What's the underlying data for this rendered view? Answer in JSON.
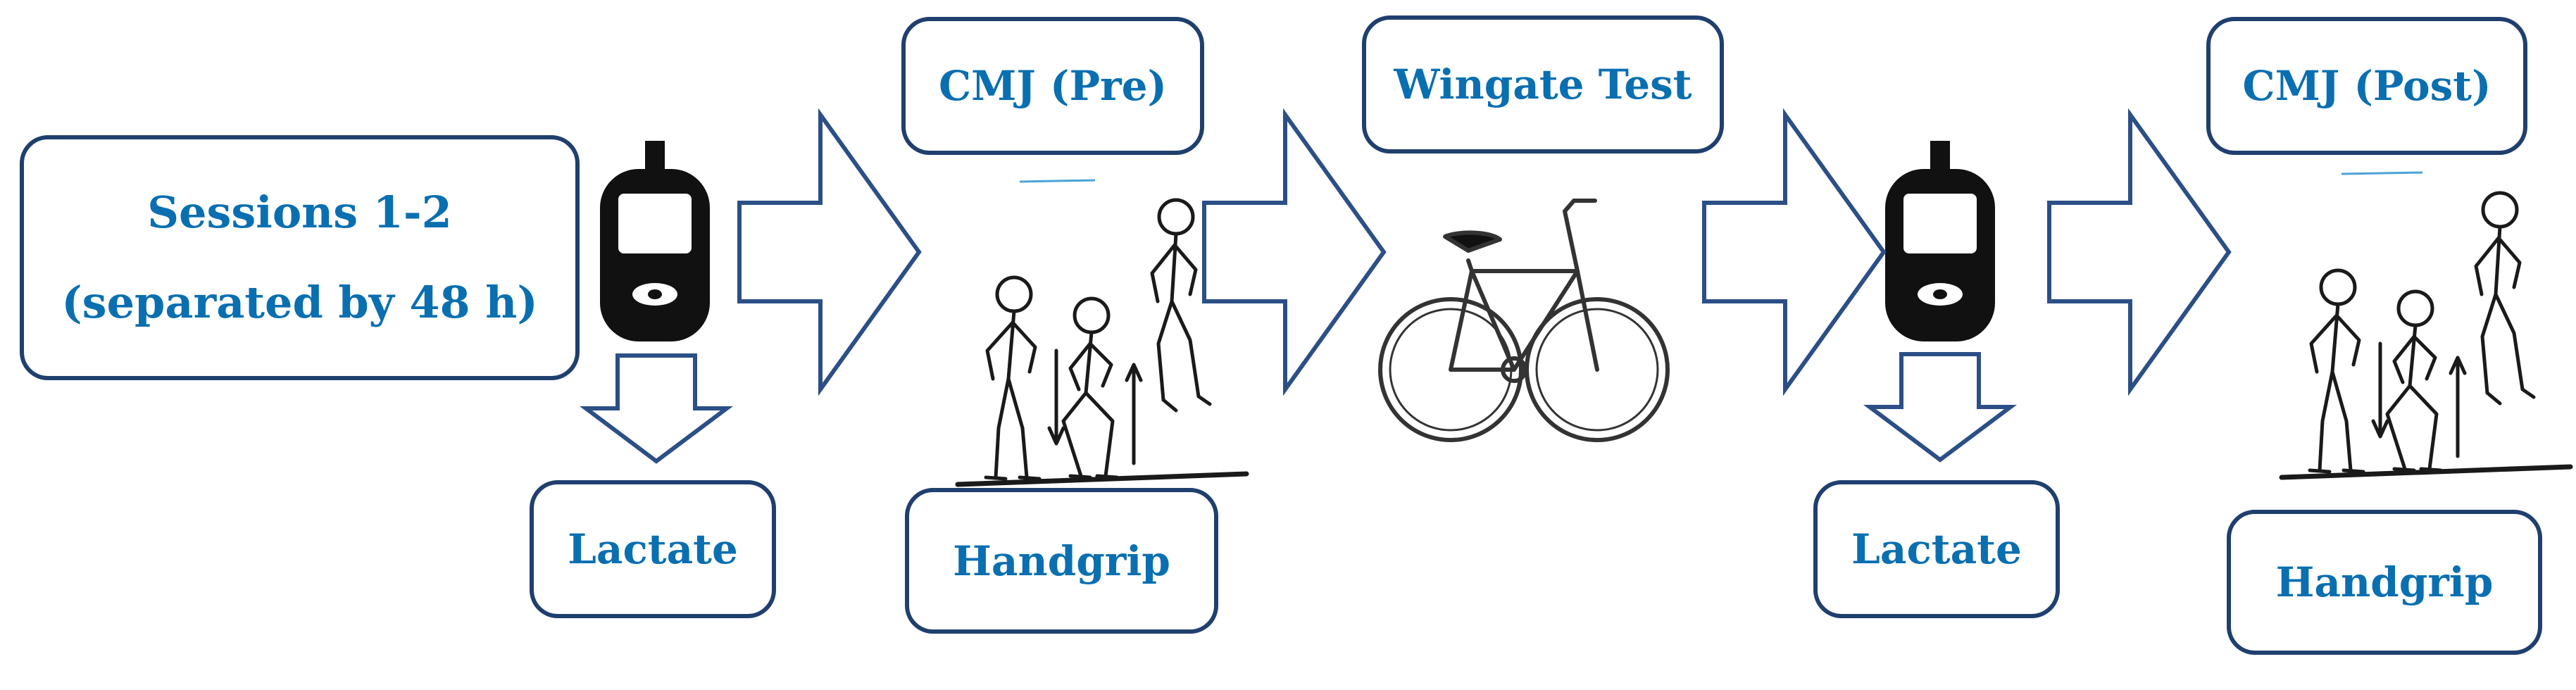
{
  "diagram": {
    "sessions": {
      "line1": "Sessions 1-2",
      "line2": "(separated by 48 h)"
    },
    "lactate_1": "Lactate",
    "cmj_pre": "CMJ (Pre)",
    "handgrip_1": "Handgrip",
    "wingate": "Wingate Test",
    "lactate_2": "Lactate",
    "cmj_post": "CMJ (Post)",
    "handgrip_2": "Handgrip"
  },
  "colors": {
    "box_border": "#1f3f6e",
    "text": "#0a6fb0",
    "arrow": "#2b4f86"
  },
  "icons": [
    "glucometer-icon",
    "jumping-figures-icon",
    "bicycle-icon",
    "arrow-right-icon",
    "arrow-down-icon"
  ]
}
